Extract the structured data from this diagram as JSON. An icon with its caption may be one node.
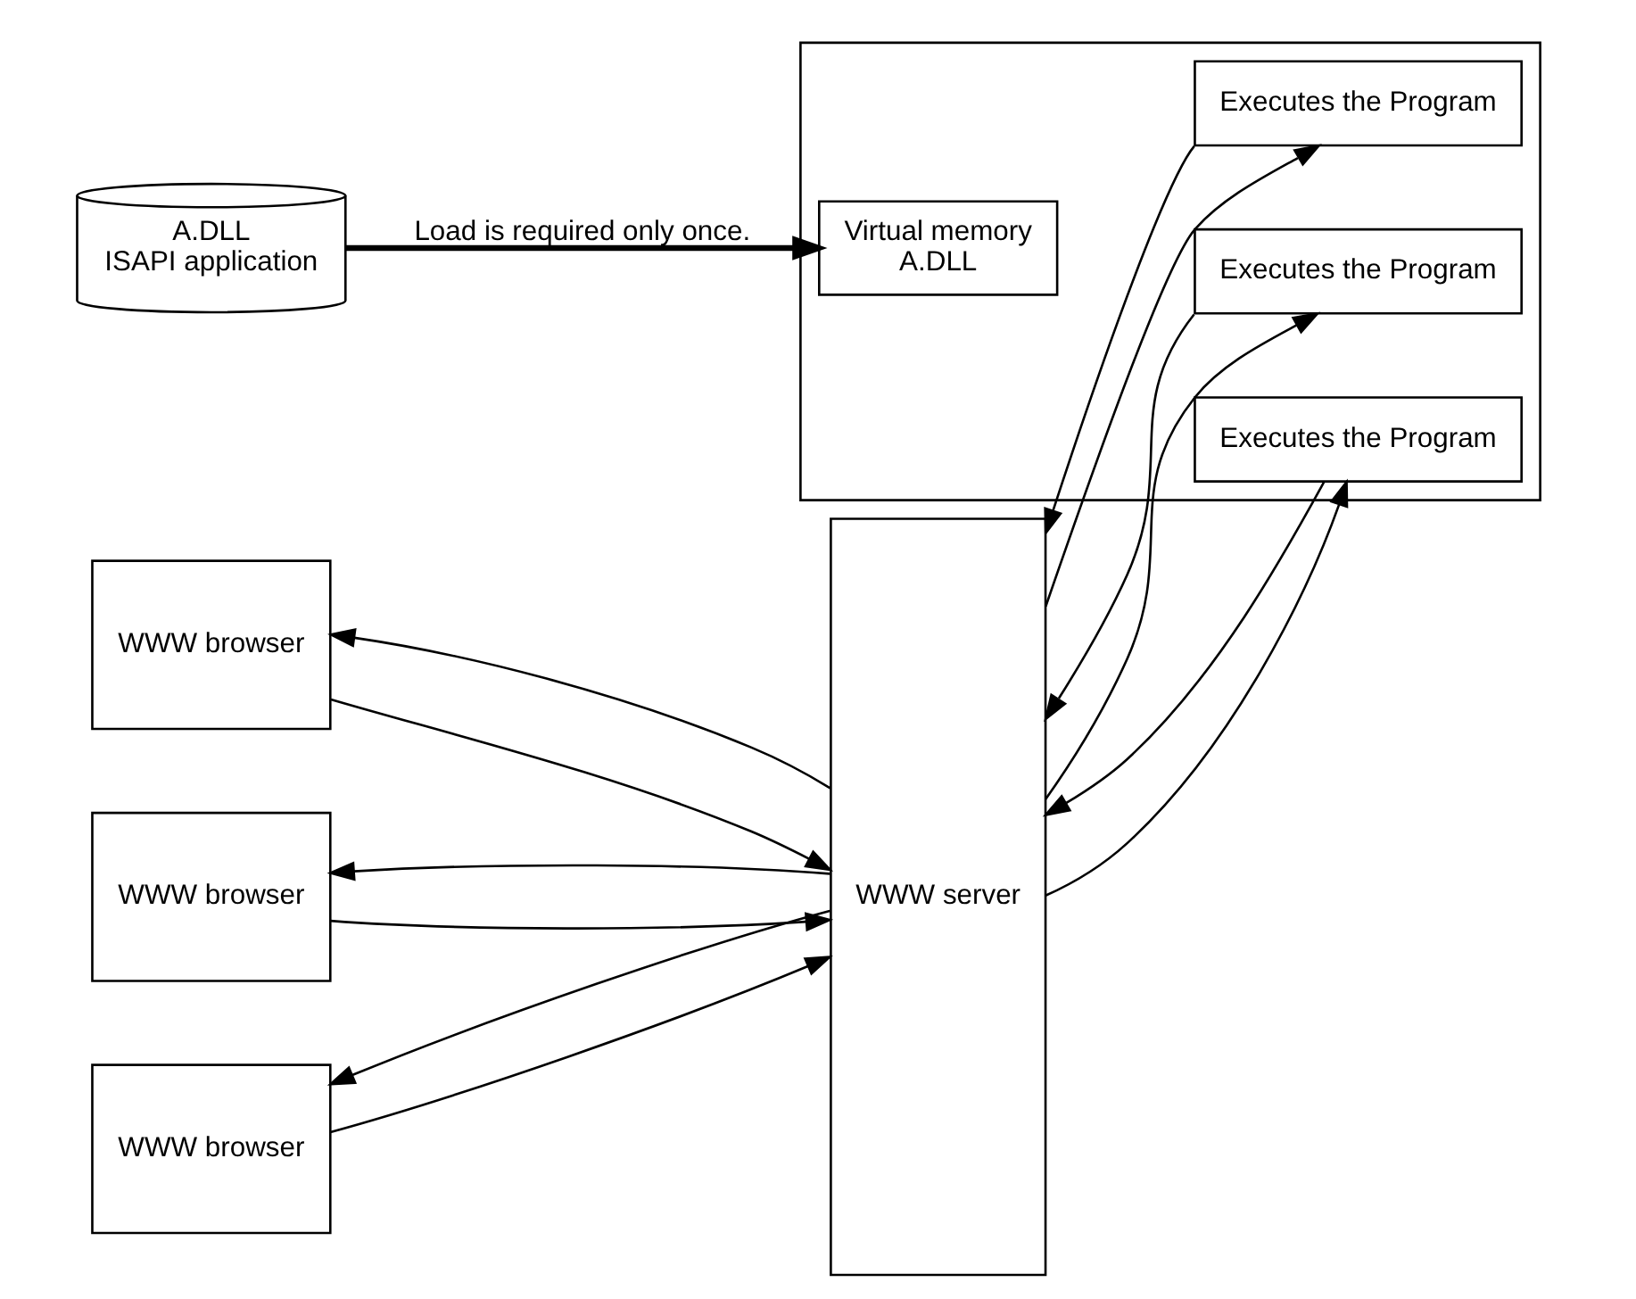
{
  "diagram": {
    "nodes": [
      {
        "text": [
          "WWW browser"
        ]
      },
      {
        "text": [
          "WWW server"
        ]
      },
      {
        "text": [],
        "shape": "box"
      },
      {
        "text": [
          "Executes the Program"
        ],
        "in": 2
      },
      {
        "text": [
          "Virtual memory",
          "A.DLL"
        ],
        "in": 2
      },
      {
        "text": [
          "WWW browser"
        ]
      },
      {
        "text": [
          "Executes the Program"
        ],
        "in": 2
      },
      {
        "text": [
          "WWW browser"
        ]
      },
      {
        "text": [
          "Executes the Program"
        ],
        "in": 2
      },
      {
        "text": [
          "A.DLL",
          "ISAPI application"
        ]
      }
    ],
    "edges": [
      {
        "from": 0,
        "to": 1,
        "arrow": "to"
      },
      {
        "from": 1,
        "to": 0,
        "arrow": "to"
      },
      {
        "from": 1,
        "to": 3,
        "arrow": "to"
      },
      {
        "from": 3,
        "to": 1,
        "arrow": "to"
      },
      {
        "from": 5,
        "to": 1,
        "arrow": "to"
      },
      {
        "from": 1,
        "to": 5,
        "arrow": "to"
      },
      {
        "from": 1,
        "to": 6,
        "arrow": "to"
      },
      {
        "from": 6,
        "to": 1,
        "arrow": "to"
      },
      {
        "from": 7,
        "to": 1,
        "arrow": "to"
      },
      {
        "from": 1,
        "to": 7,
        "arrow": "to"
      },
      {
        "from": 1,
        "to": 8,
        "arrow": "to"
      },
      {
        "from": 8,
        "to": 1,
        "arrow": "to"
      },
      {
        "from": 9,
        "to": 4,
        "arrow": "to",
        "label": "Load is required only once.",
        "style": "thick"
      }
    ]
  }
}
